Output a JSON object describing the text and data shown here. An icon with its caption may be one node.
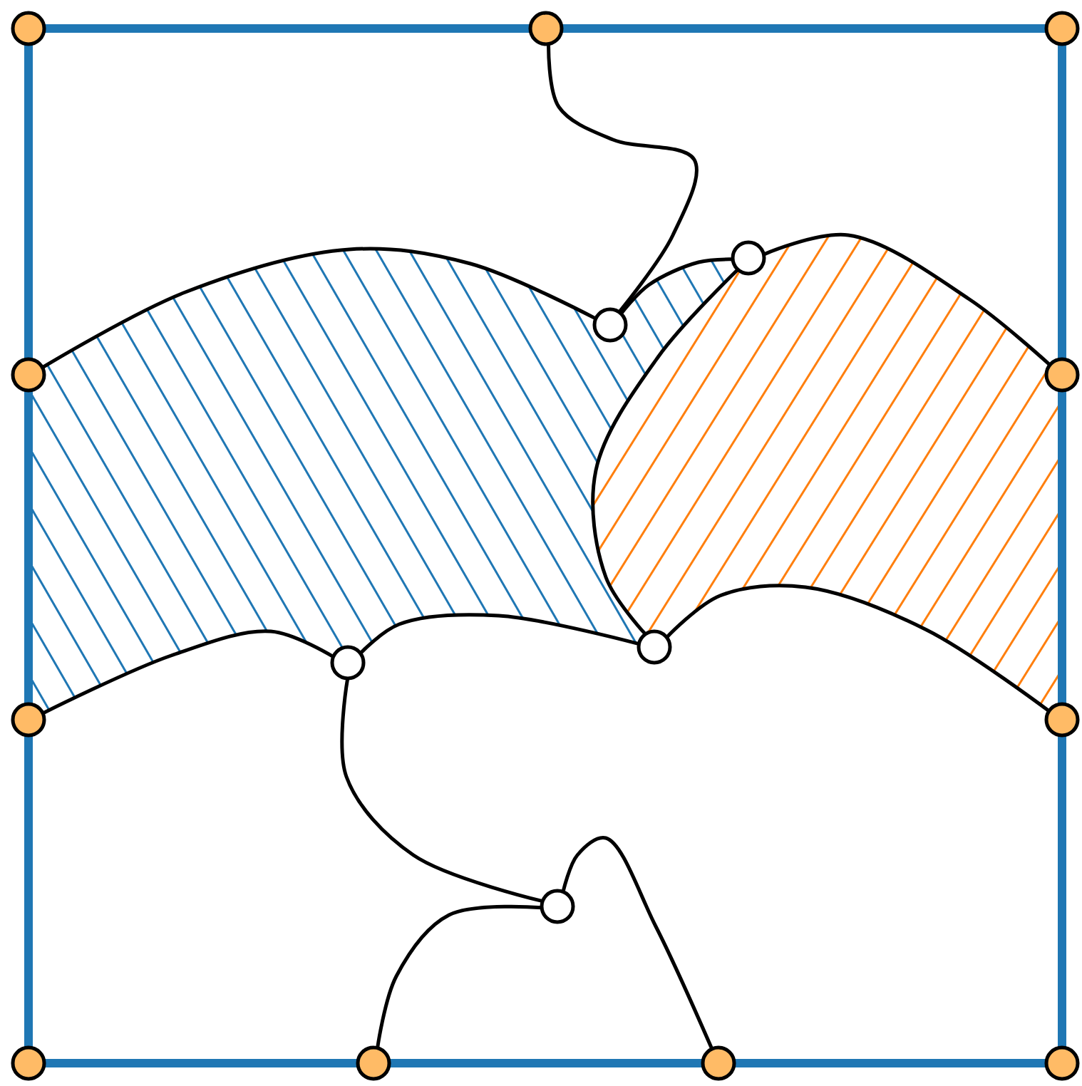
{
  "diagram": {
    "nodes": [
      {
        "text": [],
        "shape": "circle"
      },
      {
        "text": [],
        "shape": "circle"
      },
      {
        "text": [],
        "shape": "circle"
      },
      {
        "text": [],
        "shape": "circle"
      },
      {
        "text": [],
        "shape": "circle"
      },
      {
        "text": [],
        "shape": "circle"
      },
      {
        "text": [],
        "shape": "circle"
      },
      {
        "text": [],
        "shape": "circle"
      },
      {
        "text": [],
        "shape": "circle"
      },
      {
        "text": [],
        "shape": "circle"
      },
      {
        "text": [],
        "shape": "circle"
      },
      {
        "text": [],
        "shape": "circle"
      },
      {
        "text": [],
        "shape": "circle"
      },
      {
        "text": [],
        "shape": "circle"
      },
      {
        "text": [],
        "shape": "circle"
      },
      {
        "text": [],
        "shape": "circle"
      }
    ],
    "edges": [
      {
        "from": 0,
        "to": 1,
        "arrow": "none",
        "style": "thick",
        "color": "#1f77b4"
      },
      {
        "from": 1,
        "to": 2,
        "arrow": "none",
        "style": "thick",
        "color": "#1f77b4"
      },
      {
        "from": 2,
        "to": 6,
        "arrow": "none",
        "style": "thick",
        "color": "#1f77b4"
      },
      {
        "from": 6,
        "to": 10,
        "arrow": "none",
        "style": "thick",
        "color": "#1f77b4"
      },
      {
        "from": 10,
        "to": 15,
        "arrow": "none",
        "style": "thick",
        "color": "#1f77b4"
      },
      {
        "from": 15,
        "to": 14,
        "arrow": "none",
        "style": "thick",
        "color": "#1f77b4"
      },
      {
        "from": 14,
        "to": 13,
        "arrow": "none",
        "style": "thick",
        "color": "#1f77b4"
      },
      {
        "from": 13,
        "to": 12,
        "arrow": "none",
        "style": "thick",
        "color": "#1f77b4"
      },
      {
        "from": 12,
        "to": 9,
        "arrow": "none",
        "style": "thick",
        "color": "#1f77b4"
      },
      {
        "from": 9,
        "to": 5,
        "arrow": "none",
        "style": "thick",
        "color": "#1f77b4"
      },
      {
        "from": 5,
        "to": 0,
        "arrow": "none",
        "style": "thick",
        "color": "#1f77b4"
      },
      {
        "from": 1,
        "to": 4,
        "arrow": "none",
        "color": "#000000"
      },
      {
        "from": 4,
        "to": 5,
        "arrow": "none",
        "color": "#000000"
      },
      {
        "from": 4,
        "to": 3,
        "arrow": "none",
        "color": "#000000"
      },
      {
        "from": 3,
        "to": 6,
        "arrow": "none",
        "color": "#000000"
      },
      {
        "from": 3,
        "to": 7,
        "arrow": "none",
        "color": "#000000"
      },
      {
        "from": 7,
        "to": 10,
        "arrow": "none",
        "color": "#000000"
      },
      {
        "from": 7,
        "to": 8,
        "arrow": "none",
        "color": "#000000"
      },
      {
        "from": 8,
        "to": 9,
        "arrow": "none",
        "color": "#000000"
      },
      {
        "from": 8,
        "to": 11,
        "arrow": "none",
        "color": "#000000"
      },
      {
        "from": 11,
        "to": 13,
        "arrow": "none",
        "color": "#000000"
      },
      {
        "from": 11,
        "to": 14,
        "arrow": "none",
        "color": "#000000"
      }
    ]
  }
}
